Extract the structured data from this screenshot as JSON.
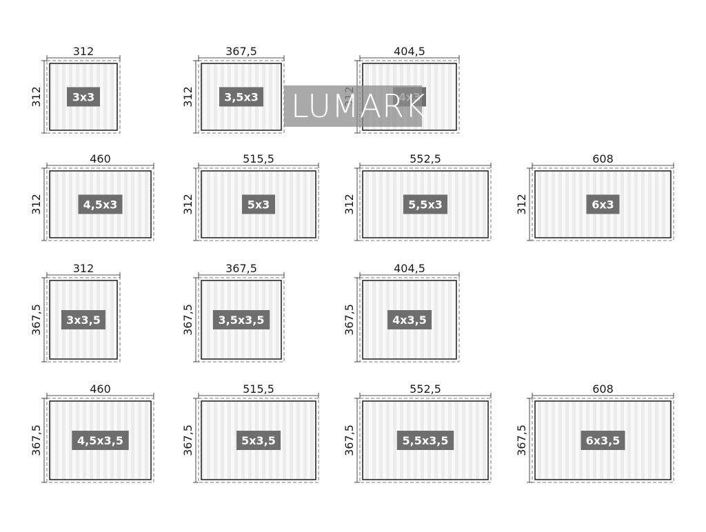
{
  "watermark": "LUMARK",
  "colors": {
    "stripe_light": "#ececec",
    "stripe_dark": "#f7f7f7",
    "outline": "#1a1a1a",
    "dashed": "#7a7a7a",
    "label_bg": "#6e6e6e",
    "label_text": "#ffffff"
  },
  "rows": [
    {
      "height": "312",
      "units": [
        {
          "width": "312",
          "size": "3x3"
        },
        {
          "width": "367,5",
          "size": "3,5x3"
        },
        {
          "width": "404,5",
          "size": "4x3"
        }
      ]
    },
    {
      "height": "312",
      "units": [
        {
          "width": "460",
          "size": "4,5x3"
        },
        {
          "width": "515,5",
          "size": "5x3"
        },
        {
          "width": "552,5",
          "size": "5,5x3"
        },
        {
          "width": "608",
          "size": "6x3"
        }
      ]
    },
    {
      "height": "367,5",
      "units": [
        {
          "width": "312",
          "size": "3x3,5"
        },
        {
          "width": "367,5",
          "size": "3,5x3,5"
        },
        {
          "width": "404,5",
          "size": "4x3,5"
        }
      ]
    },
    {
      "height": "367,5",
      "units": [
        {
          "width": "460",
          "size": "4,5x3,5"
        },
        {
          "width": "515,5",
          "size": "5x3,5"
        },
        {
          "width": "552,5",
          "size": "5,5x3,5"
        },
        {
          "width": "608",
          "size": "6x3,5"
        }
      ]
    }
  ]
}
